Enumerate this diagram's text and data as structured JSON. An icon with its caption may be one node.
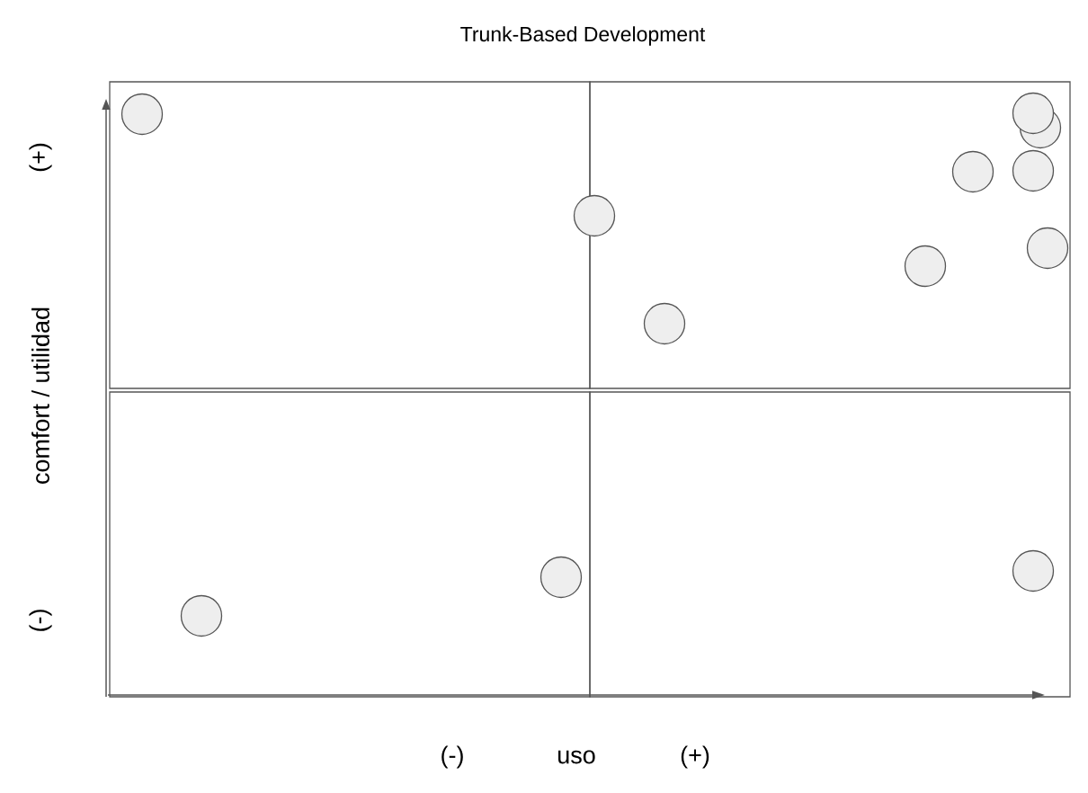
{
  "diagram": {
    "title": "Trunk-Based Development",
    "labels": [
      "(+)",
      "comfort / utilidad",
      "(-)",
      "(-)",
      "uso",
      "(+)"
    ]
  }
}
